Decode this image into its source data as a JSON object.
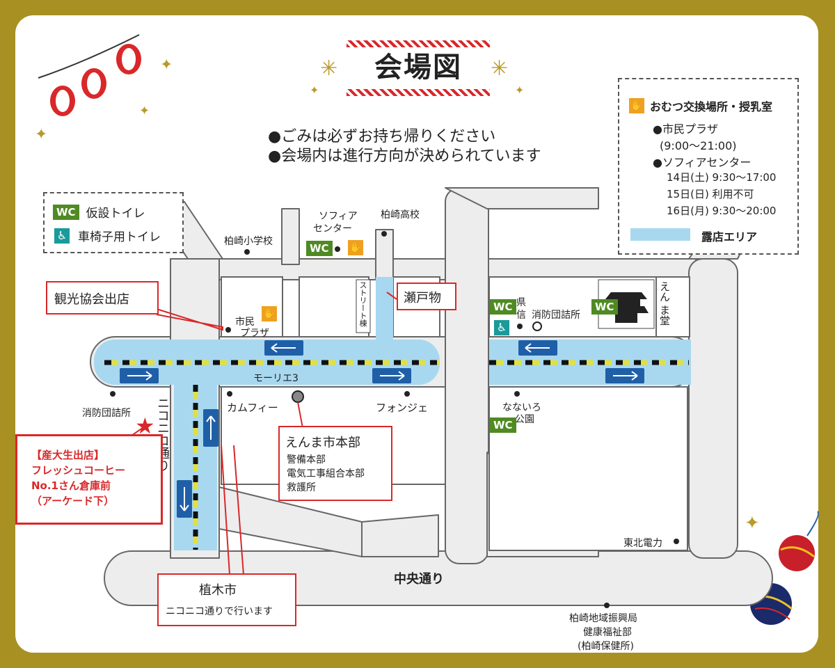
{
  "title": "会場図",
  "notices": [
    "●ごみは必ずお持ち帰りください",
    "●会場内は進行方向が決められています"
  ],
  "legend_left": {
    "wc_badge": "WC",
    "temp_toilet": "仮設トイレ",
    "wheelchair_toilet": "車椅子用トイレ"
  },
  "legend_right": {
    "heading": "おむつ交換場所・授乳室",
    "place1": "●市民プラザ",
    "place1_hours": "(9:00〜21:00)",
    "place2": "●ソフィアセンター",
    "day1": "14日(土) 9:30〜17:00",
    "day2": "15日(日) 利用不可",
    "day3": "16日(月) 9:30〜20:00",
    "area_label": "露店エリア"
  },
  "places": {
    "elementary": "柏崎小学校",
    "sophia_1": "ソフィア",
    "sophia_2": "センター",
    "high_school": "柏崎高校",
    "street_tou": "ストリート棟",
    "shimin_1": "市民",
    "shimin_2": "プラザ",
    "ken_1": "県",
    "ken_2": "信",
    "fire_office_right": "消防団詰所",
    "enma_do_1": "えん",
    "enma_do_2": "ま堂",
    "morie": "モーリエ3",
    "fire_office_left": "消防団詰所",
    "camfee": "カムフィー",
    "fonjie": "フォンジェ",
    "nanairo_1": "なないろ",
    "nanairo_2": "公園",
    "nikoniko_street": "ニコニコ通り",
    "tohoku": "東北電力",
    "chuo": "中央通り",
    "shinko_1": "柏崎地域振興局",
    "shinko_2": "健康福祉部",
    "shinko_3": "(柏崎保健所)"
  },
  "callouts": {
    "kanko": "観光協会出店",
    "setomono": "瀬戸物",
    "honbu_title": "えんま市本部",
    "honbu_lines": [
      "警備本部",
      "電気工事組合本部",
      "救護所"
    ],
    "sanda_lines": [
      "【産大生出店】",
      "フレッシュコーヒー",
      "No.1さん倉庫前",
      "（アーケード下）"
    ],
    "ueki_title": "植木市",
    "ueki_sub": "ニコニコ通りで行います"
  },
  "colors": {
    "frame": "#a89022",
    "accent_red": "#d9282a",
    "wc_green": "#4f8a22",
    "stall_blue": "#a8d8f0",
    "arrow_blue": "#1f5fa8"
  }
}
